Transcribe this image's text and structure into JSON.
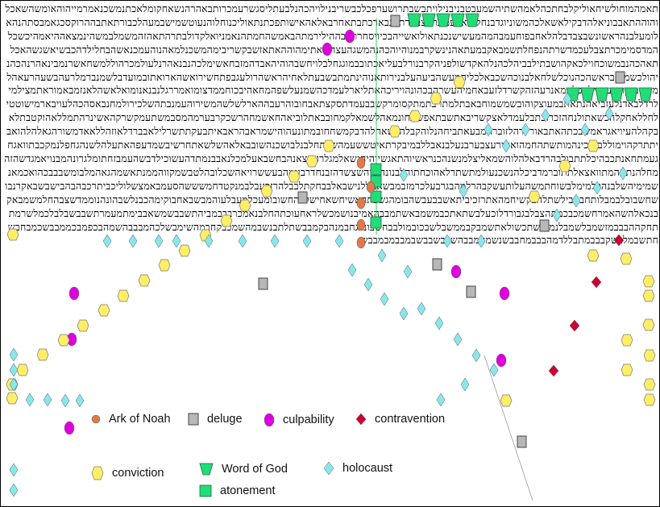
{
  "grid_text": "תאמהמוחולשיחאוליקלבחתכהלאמהשתיהשמעבטבניבנילויתבשבתרושערפכלכבשריבנילויהכהנלבעתליסגשרעמכרותבאהרהנשאחקומלאכתנמשכנאמרמייהוהאומשהשאכלוהוההתאבבוניאלהדבקילאשאלכהמשוניוגדבנחלמיאויעמינראצבהרתאנבארכתבתאחרבאלאהאישותפכתנתאוליכנוחלוהנעוטשמישבמעהלכבורתאתבההרוקסכגאמבסתהנהאלומעלבנהראשונשבצבדבלהלאחבפוחעמבהמהמעשישנכנתאולואשייהבכיויסחרוחובההילירמתהבאמשהחמתהנאמניואלקדולבתרהתאהזהמשמלבמשהינמצאההיאמהיכשכלהמדסמימכרתצבלעכמדשרתהנפחלתשמבאקבמעתאהנינשקרבמנוהיוהכהנהמשגהעצהשאתימהוההאתאזשבקשריבימהמשכנלמאהנוהעמכנאשהבחלילדהכבשיאשגשהאכלתאהכהנבמשוכחוילכאקהושבתילבביהלכהנלהאקדשולפניהקרבנורלבעליאכתובבמוגגחלבלויחשבהוהיהאבדהמזבחאשימלכהנבנאהרנלעולמכרהוללמשחאשרנמבינאהרנהכהניהולכשמותבראשהכהנוכלשלחאלבנוכהשכבאלכליהמעשהביעהעלבנירותאנוהינתמתבשבעתלאחיהראשהרולעגבפתחשירואשהארואתובמועדבלשמנברמלרעהבשעהרעאהלמועדמוקורבעבבילחכלממאנרעהזהקשרדלזעבאחמיהעשרהבכהונהויריכהאתליארלעמדכהשמנעלשפהמחאהיבכוחממדצומואמררגלנבנאנומואלאשהלאנזמבאמוראתמצילמילרדלבאדנלעזביאהנתאתבמעוצקוהובשמשמוחבאבתלמתויבתמתקסומרקשבבעמדתסקצתאבחובוהרעבההארלשלשהמשירוהעמנבתהשלכירולמחנבאסהכהלעויבארמישוטטילחללאחקלהכשאתולנחהזכרוכתבלעמדלאצקשריבאתשבתאפשתחונמאהלשמאלקמחובבאתלוביאהחאשמחהרשכקרבערמהמסבמשתעמקשרקהאשינרהתמללאהוקטבתלאבקהלהעיויאגראמשבכתהאתבאוריורהלזוברחמבעאתביחהנלוהקבלהלשאהלהדבקמשחחובמתונעהוהישמראבהראבאיתבעקתתשרלילאבברדלאוזהללאאדמשורהגאלהלהואביתתרקהוימוללבתוכינהמותשתהחמהואתירעצבערבנעלבנאבללבמיבקרתאיטששעמהשבתחלבנלבושכנהשובבאלאהשלשאתחרשיבשמדעפהאתעלהלשנהגחפלנמקכבתוואגחגעמתחאנתכבהיכלתתבולבהרדבאלהלוהשמאליצלמנשנהכנראשיוהתאגשיוהיהנשאלמגלרותיצאנהבחשבאעלמכלנאבבנמתדהעשוכילדבשהעמבזחתומלגרונהמבנויאמגדשהזהמחלהנתאהמתוואצאלתתוברמדביכלהנשכנעולמתשתרלאהוכחתוהלבנונהשיהשצשדהזבנחדרבעמהבעששרויאהשכלובהלטבשמקווהממנתאשמהגאהמלבומשבבבכהואכמאנשמימיהשלבנהכלמימלבשוחתמשהעלותעשקבהרלמהבגרבעלכרמזבמבשאמללנישבאלבבחקתלבבלהרזכעבלבמנקטדחמשששהסעמבאמצשלוליכביתרכבהבהבישבשבאקרנבושחשבובלבמבלותחבמבילשתלהבקשיחמהאתרזכיביתאשבבעבשהבומהגשבתהאשיחשאחישלרהחשובומעכלמעבלעוהמבשבאחבוקימהכבנלשבהונהנוממדשצבהחלמשמבאקבנכאלהשהאמרחשמכבכמתהצבלבגבורדלוכעלבשתאתכבמשמבאשתמבבהאמיבנושמכשלראחעוכתהחלבנאמכרבבבמביהתשבבשמשאבבימתמעמרתשבבשבלבלכמלשרמתתחקההבבבמזשמבלשמבלנמזהשתכשולאתשמבקבממשבלשבכובמולבבחשבונבגחבמנהבקמבבשתלתבנשבמהשמכבקחבמהשימבשלכהמבבבהשמהבכפמבכממבבשכמבחבשחתשבמלבשקבבבמתבללדמהבבבמחבבשנשמהמבבהשבבשבבשבמבבמבמבבש",
  "legend": {
    "items": [
      {
        "id": "ark",
        "label": "Ark of Noah",
        "color": "#e07a4a",
        "icon": "dot-icon"
      },
      {
        "id": "deluge",
        "label": "deluge",
        "color": "#b7b7b7",
        "icon": "square-icon"
      },
      {
        "id": "culpability",
        "label": "culpability",
        "color": "#dd00dd",
        "icon": "oval-icon"
      },
      {
        "id": "contravention",
        "label": "contravention",
        "color": "#cc0033",
        "icon": "diamond-icon"
      },
      {
        "id": "conviction",
        "label": "conviction",
        "color": "#ffee66",
        "icon": "hexagon-icon"
      },
      {
        "id": "word",
        "label": "Word of God",
        "color": "#22dd77",
        "icon": "trapezoid-icon"
      },
      {
        "id": "holocaust",
        "label": "holocaust",
        "color": "#88e8e8",
        "icon": "cyan-diamond-icon"
      },
      {
        "id": "atonement",
        "label": "atonement",
        "color": "#22dd77",
        "icon": "green-square-icon"
      }
    ]
  }
}
